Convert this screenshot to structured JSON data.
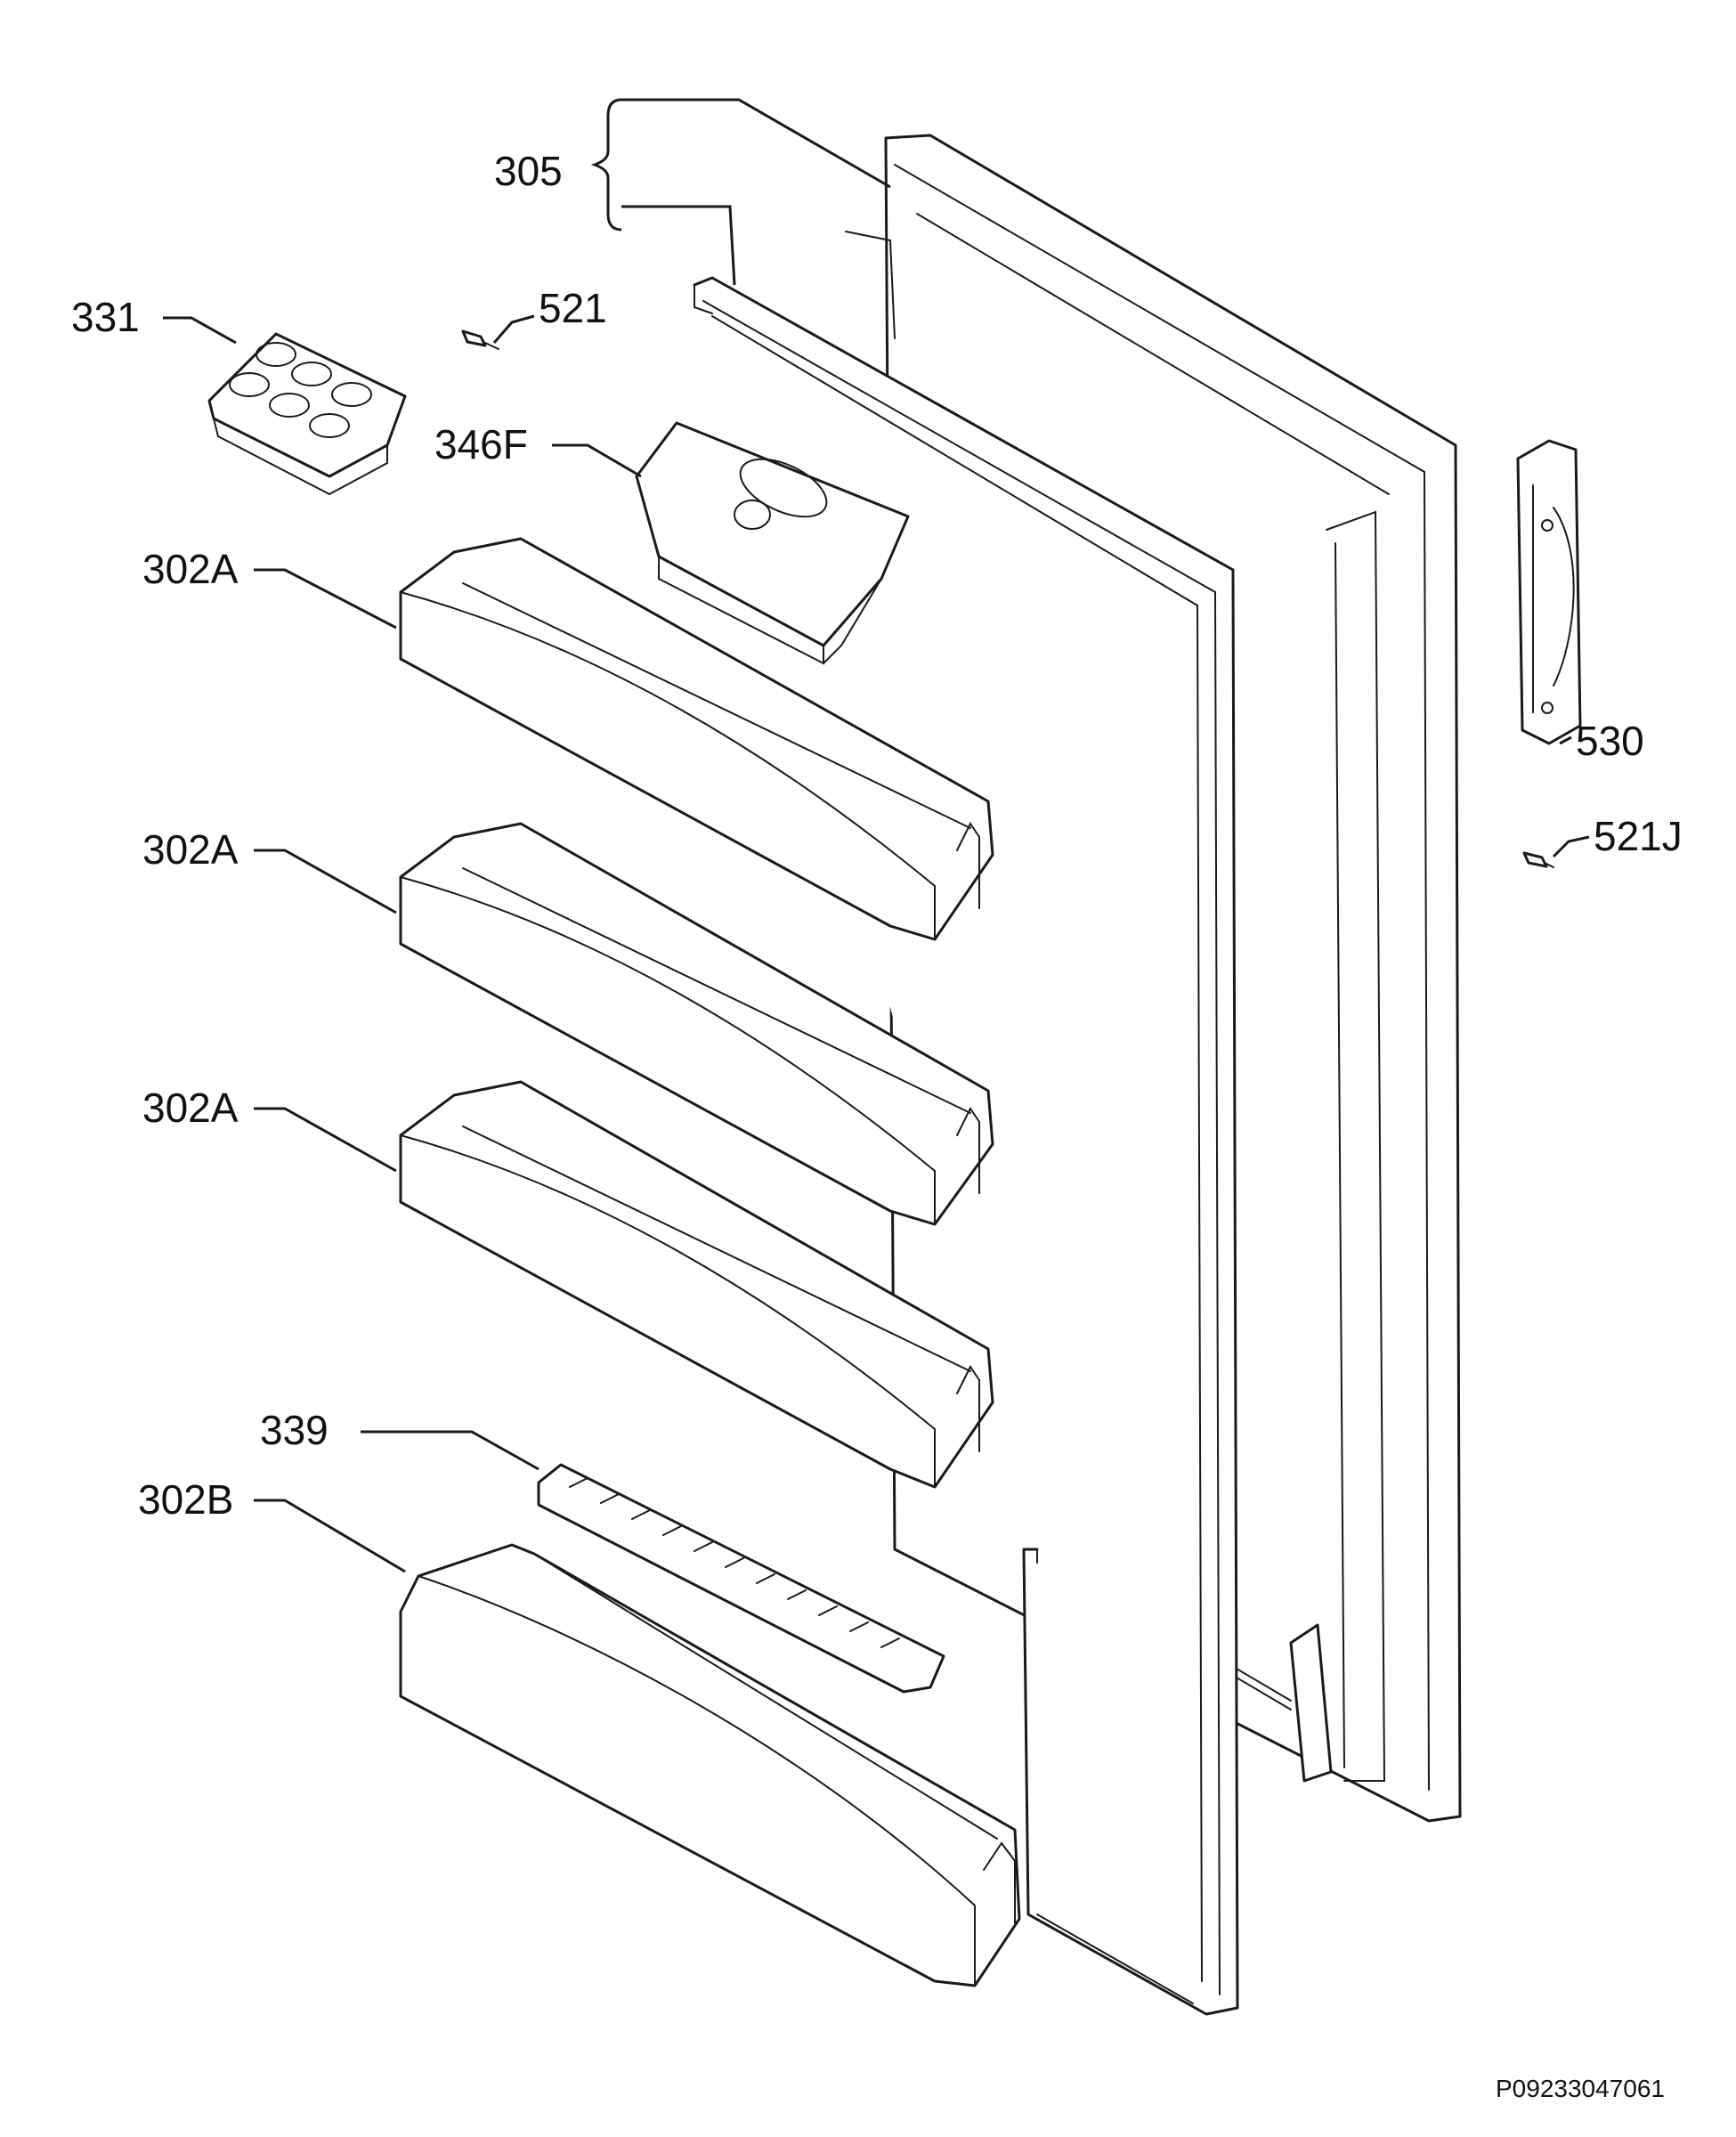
{
  "callouts": {
    "gasket_set": "305",
    "egg_tray": "331",
    "screw_top": "521",
    "butter_box": "346F",
    "shelf_1": "302A",
    "shelf_2": "302A",
    "shelf_3": "302A",
    "bottle_retainer": "339",
    "bottle_shelf": "302B",
    "handle": "530",
    "screw_handle": "521J"
  },
  "drawing_code": "P09233047061"
}
